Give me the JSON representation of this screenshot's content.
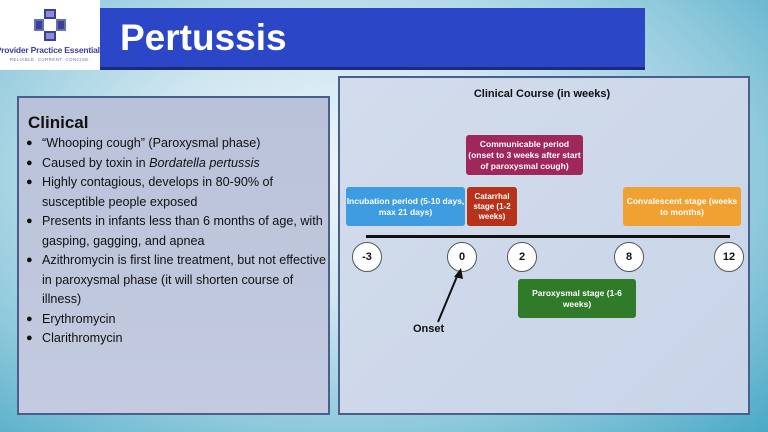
{
  "logo": {
    "icon": "cross-logo-icon",
    "name": "Provider Practice Essentials",
    "tagline": "RELIABLE. CURRENT. CONCISE."
  },
  "title": "Pertussis",
  "left": {
    "heading": "Clinical",
    "bullets": [
      {
        "text": "“Whooping cough” (Paroxysmal phase)"
      },
      {
        "pre": "Caused by toxin in ",
        "italic": "Bordatella pertussis"
      },
      {
        "text": "Highly contagious, develops in 80-90% of susceptible people exposed"
      },
      {
        "text": "Presents in infants less than 6 months of age, with gasping, gagging, and apnea"
      },
      {
        "text": "Azithromycin is first line treatment, but not effective in paroxysmal phase (it will shorten course of illness)"
      },
      {
        "text": "Erythromycin"
      },
      {
        "text": "Clarithromycin"
      }
    ]
  },
  "diagram": {
    "title": "Clinical Course (in weeks)",
    "ticks": [
      "-3",
      "0",
      "2",
      "8",
      "12"
    ],
    "stages": {
      "communicable": "Communicable period (onset to 3 weeks after start of paroxysmal cough)",
      "incubation": "Incubation period (5-10 days, max 21 days)",
      "catarrhal": "Catarrhal stage (1-2 weeks)",
      "convalescent": "Convalescent stage (weeks to months)",
      "paroxysmal": "Paroxysmal stage (1-6 weeks)"
    },
    "onset_label": "Onset",
    "colors": {
      "communicable": "#a0275c",
      "incubation": "#3e9ce0",
      "catarrhal": "#b8321a",
      "convalescent": "#f0a132",
      "paroxysmal": "#2f7b2a"
    }
  }
}
